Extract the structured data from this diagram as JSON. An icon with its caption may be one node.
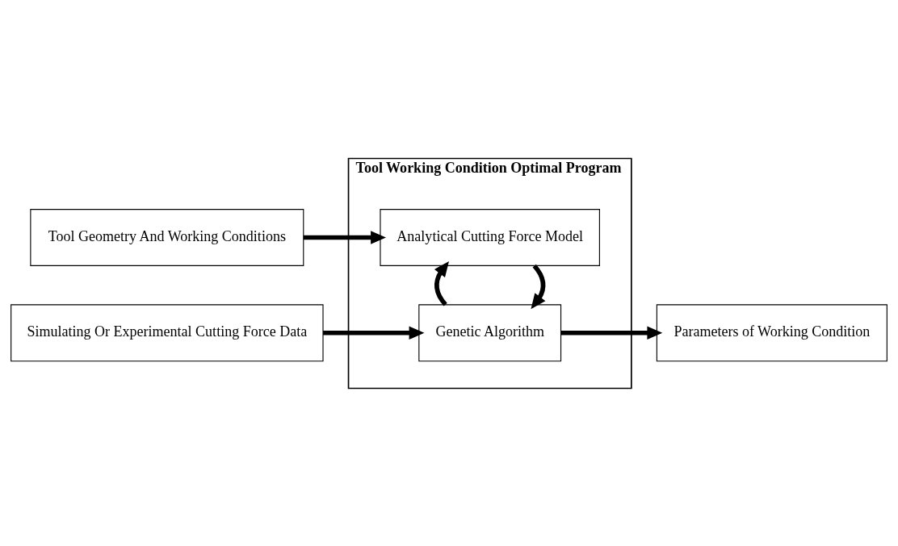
{
  "diagram": {
    "nodes": [
      {
        "text": [
          "Tool Working Condition Optimal Program"
        ]
      },
      {
        "text": [
          "Tool Geometry And Working Conditions"
        ]
      },
      {
        "text": [
          "Analytical Cutting Force Model"
        ],
        "in": 0
      },
      {
        "text": [
          "Simulating Or Experimental Cutting Force Data"
        ]
      },
      {
        "text": [
          "Genetic Algorithm"
        ],
        "in": 0
      },
      {
        "text": [
          "Parameters of Working Condition"
        ]
      }
    ],
    "edges": [
      {
        "from": 1,
        "to": 2,
        "arrow": "to"
      },
      {
        "from": 2,
        "to": 4,
        "arrow": "to"
      },
      {
        "from": 4,
        "to": 2,
        "arrow": "to"
      },
      {
        "from": 3,
        "to": 4,
        "arrow": "to"
      },
      {
        "from": 4,
        "to": 5,
        "arrow": "to"
      }
    ]
  }
}
